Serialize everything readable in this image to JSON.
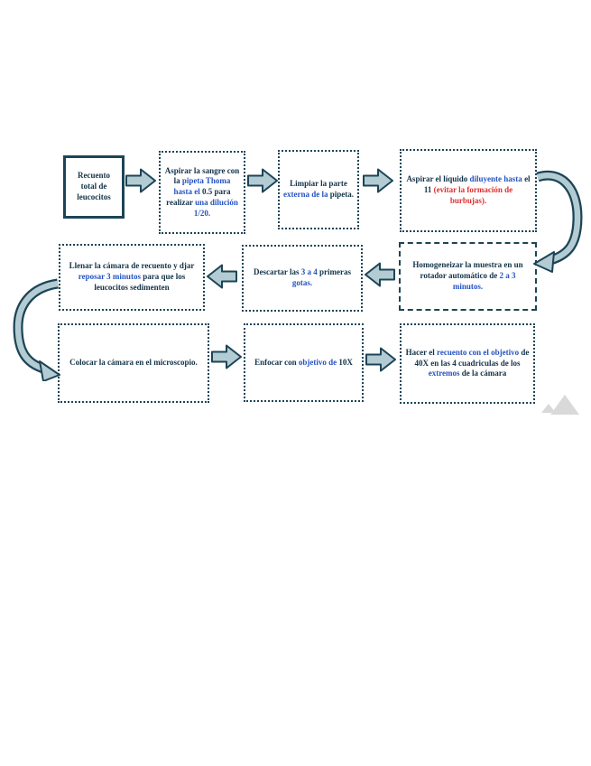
{
  "colors": {
    "navy": "#133349",
    "blue": "#2553c2",
    "red": "#de2f2f",
    "border": "#1d4456",
    "arrow_fill": "#b3ccd3",
    "arrow_stroke": "#1d4456",
    "placeholder_gray": "#d9d9d9"
  },
  "flowchart": {
    "boxes": [
      {
        "name": "recuento-total",
        "border": "solid",
        "segments": [
          {
            "t": "Recuento total de leucocitos",
            "c": "navy"
          }
        ]
      },
      {
        "name": "aspirar-sangre",
        "border": "dotted",
        "segments": [
          {
            "t": "Aspirar la sangre con la ",
            "c": "navy"
          },
          {
            "t": "pipeta Thoma hasta el ",
            "c": "blue"
          },
          {
            "t": "0.5 para realizar ",
            "c": "navy"
          },
          {
            "t": "una dilución 1/20.",
            "c": "blue"
          }
        ]
      },
      {
        "name": "limpiar-pipeta",
        "border": "dotted",
        "segments": [
          {
            "t": "Limpiar la parte ",
            "c": "navy"
          },
          {
            "t": "externa de la ",
            "c": "blue"
          },
          {
            "t": "pipeta.",
            "c": "navy"
          }
        ]
      },
      {
        "name": "aspirar-diluyente",
        "border": "dotted",
        "segments": [
          {
            "t": "Aspirar el líquido ",
            "c": "navy"
          },
          {
            "t": "diluyente hasta ",
            "c": "blue"
          },
          {
            "t": "el 11 ",
            "c": "navy"
          },
          {
            "t": "(evitar la formación de burbujas).",
            "c": "red"
          }
        ]
      },
      {
        "name": "homogeneizar",
        "border": "dashed",
        "segments": [
          {
            "t": "Homogeneizar la muestra en un rotador automático de ",
            "c": "navy"
          },
          {
            "t": "2 a 3 minutos.",
            "c": "blue"
          }
        ]
      },
      {
        "name": "descartar-gotas",
        "border": "dotted",
        "segments": [
          {
            "t": "Descartar las ",
            "c": "navy"
          },
          {
            "t": "3 a 4 ",
            "c": "blue"
          },
          {
            "t": "primeras ",
            "c": "navy"
          },
          {
            "t": "gotas.",
            "c": "blue"
          }
        ]
      },
      {
        "name": "llenar-camara",
        "border": "dotted",
        "segments": [
          {
            "t": "Llenar la cámara de recuento y djar ",
            "c": "navy"
          },
          {
            "t": "reposar 3 minutos ",
            "c": "blue"
          },
          {
            "t": "para que los leucocitos sedimenten",
            "c": "navy"
          }
        ]
      },
      {
        "name": "colocar-camara",
        "border": "dotted",
        "segments": [
          {
            "t": "Colocar la cámara en el microscopio.",
            "c": "navy"
          }
        ]
      },
      {
        "name": "enfocar-10x",
        "border": "dotted",
        "segments": [
          {
            "t": "Enfocar con ",
            "c": "navy"
          },
          {
            "t": "objetivo de ",
            "c": "blue"
          },
          {
            "t": "10X",
            "c": "navy"
          }
        ]
      },
      {
        "name": "recuento-40x",
        "border": "dotted",
        "segments": [
          {
            "t": "Hacer el ",
            "c": "navy"
          },
          {
            "t": "recuento con el objetivo ",
            "c": "blue"
          },
          {
            "t": "de 40X en las 4 cuadriculas de los ",
            "c": "navy"
          },
          {
            "t": "extremos ",
            "c": "blue"
          },
          {
            "t": "de la cámara",
            "c": "navy"
          }
        ]
      }
    ]
  }
}
